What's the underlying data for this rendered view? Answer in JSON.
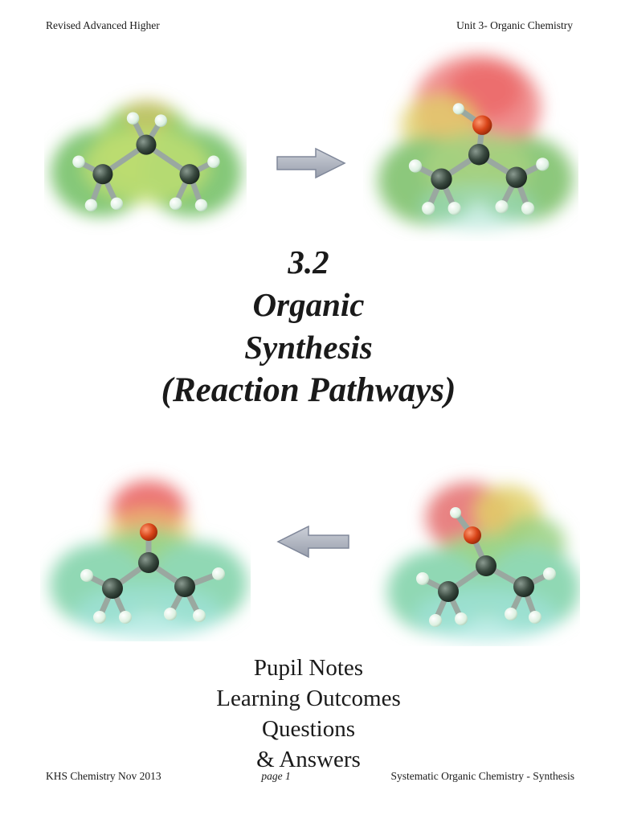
{
  "header": {
    "left": "Revised Advanced Higher",
    "right": "Unit 3- Organic Chemistry"
  },
  "title": {
    "lines": [
      "3.2",
      "Organic",
      "Synthesis",
      "(Reaction Pathways)"
    ]
  },
  "subtitle": {
    "lines": [
      "Pupil Notes",
      "Learning Outcomes",
      "Questions",
      "& Answers"
    ]
  },
  "footer": {
    "left": "KHS Chemistry Nov 2013",
    "center": "page 1",
    "right": "Systematic Organic Chemistry - Synthesis"
  },
  "figures": {
    "top_left": "propane-molecule-potential-map",
    "top_right": "oxidised-propane-molecule-potential-map",
    "bottom_left": "propanone-molecule-potential-map",
    "bottom_right": "propan-2-ol-molecule-potential-map",
    "arrow_top": "right-arrow",
    "arrow_bottom": "left-arrow"
  },
  "colors": {
    "surface_green": "#8cc87c",
    "surface_cyan": "#98dcc8",
    "surface_red": "#ee7070",
    "surface_yellow": "#d8e070",
    "arrow_gray": "#b2b6c0",
    "text": "#1a1a1a"
  }
}
